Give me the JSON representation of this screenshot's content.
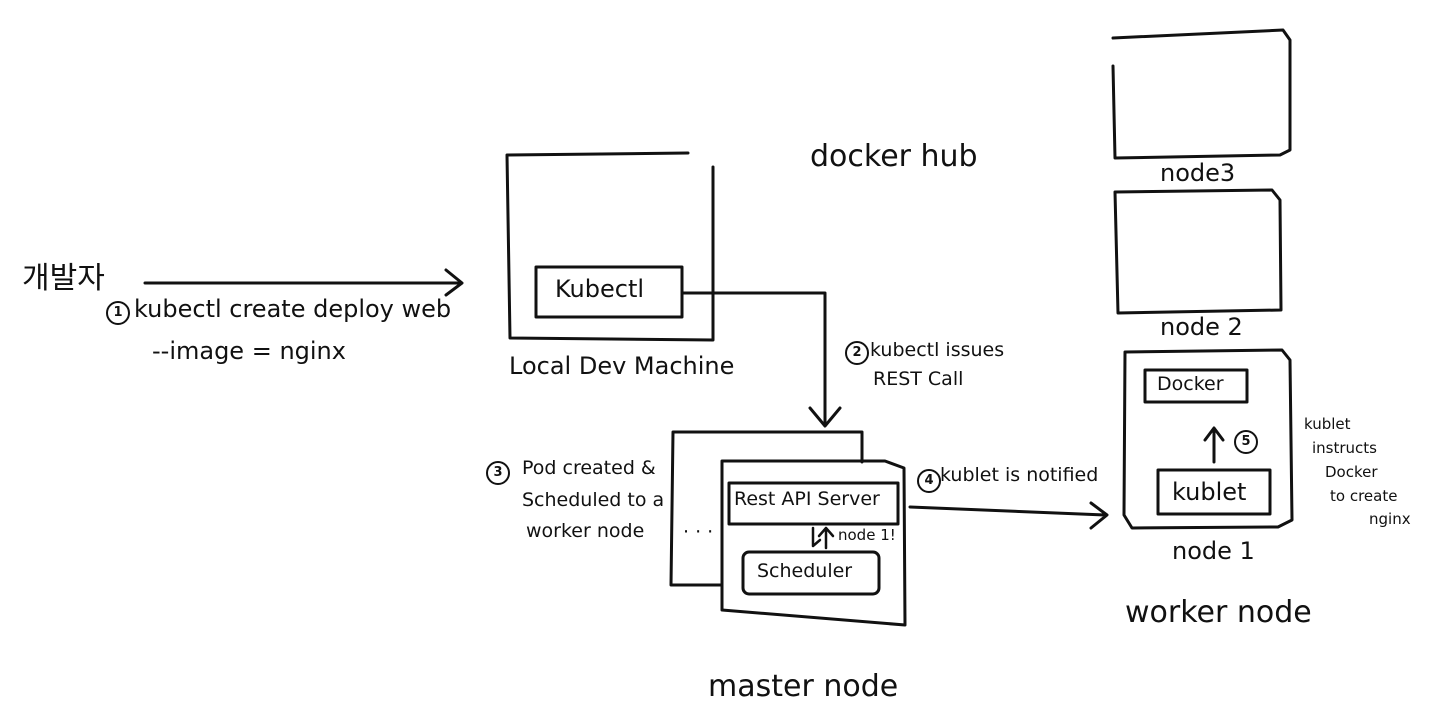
{
  "actor": "개발자",
  "step1": {
    "num": "1",
    "command_line1": "kubectl create deploy web",
    "command_line2": "--image = nginx"
  },
  "local_dev_machine": {
    "title": "Local Dev Machine",
    "kubectl": "Kubectl"
  },
  "step2": {
    "num": "2",
    "line1": "kubectl issues",
    "line2": "REST Call"
  },
  "docker_hub": "docker hub",
  "step3": {
    "num": "3",
    "line1": "Pod created &",
    "line2": "Scheduled to a",
    "line3": "worker node"
  },
  "master_node": {
    "title": "master node",
    "rest_api_server": "Rest API Server",
    "scheduler": "Scheduler",
    "node_annotation": "node 1!",
    "ellipsis": "· · ·"
  },
  "step4": {
    "num": "4",
    "text": "kublet is notified"
  },
  "worker": {
    "title": "worker node",
    "node1": "node 1",
    "node2": "node 2",
    "node3": "node3",
    "docker": "Docker",
    "kublet": "kublet"
  },
  "step5": {
    "num": "5",
    "line1": "kublet",
    "line2": "instructs",
    "line3": "Docker",
    "line4": "to create",
    "line5": "nginx"
  }
}
